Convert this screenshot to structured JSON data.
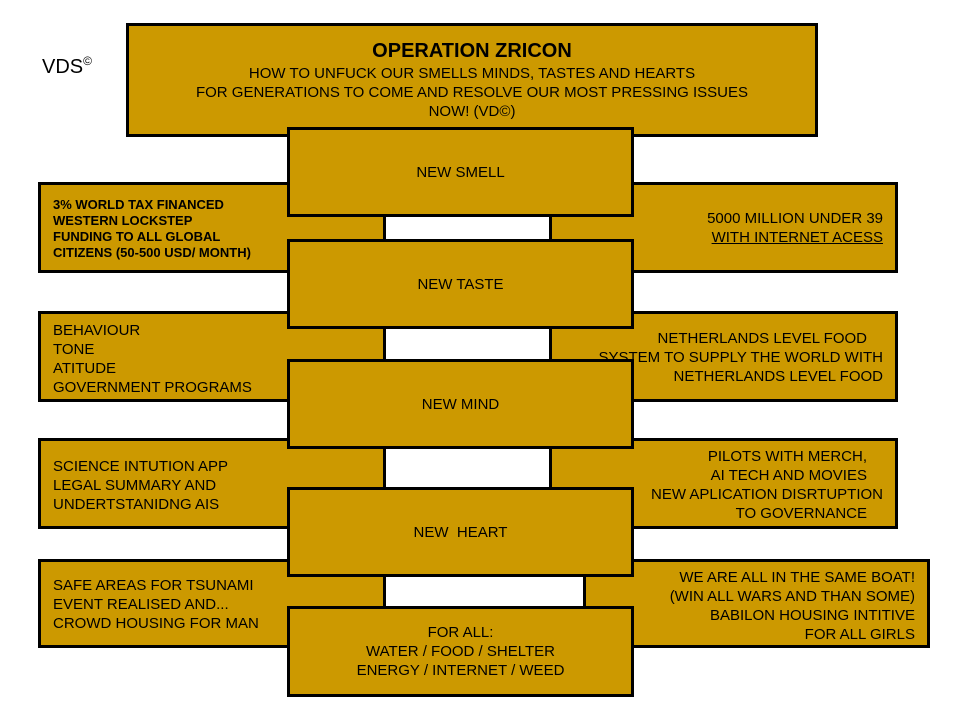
{
  "logo": {
    "text": "VDS",
    "mark": "©"
  },
  "title_box": {
    "title": "OPERATION ZRICON",
    "lines": [
      "HOW TO UNFUCK OUR SMELLS MINDS, TASTES AND HEARTS",
      "FOR GENERATIONS TO COME AND RESOLVE OUR MOST PRESSING ISSUES",
      "NOW! (VD©)"
    ]
  },
  "center": {
    "smell": "NEW SMELL",
    "taste": "NEW TASTE",
    "mind": "NEW MIND",
    "heart": "NEW  HEART",
    "bottom": [
      "FOR ALL:",
      "WATER / FOOD / SHELTER",
      "ENERGY / INTERNET / WEED"
    ]
  },
  "left": [
    [
      "3% WORLD TAX FINANCED",
      "WESTERN LOCKSTEP",
      "FUNDING TO ALL GLOBAL",
      "CITIZENS (50-500 USD/ MONTH)"
    ],
    [
      "BEHAVIOUR",
      "TONE",
      "ATITUDE",
      "GOVERNMENT PROGRAMS"
    ],
    [
      "SCIENCE INTUTION APP",
      "LEGAL SUMMARY AND",
      "UNDERTSTANIDNG AIS"
    ],
    [
      "SAFE AREAS FOR TSUNAMI",
      "EVENT REALISED AND...",
      "CROWD HOUSING FOR MAN"
    ]
  ],
  "right": [
    [
      "5000 MILLION UNDER 39",
      "WITH INTERNET ACESS"
    ],
    [
      "NETHERLANDS LEVEL FOOD",
      "SYSTEM TO SUPPLY THE WORLD WITH",
      "NETHERLANDS LEVEL FOOD"
    ],
    [
      "PILOTS WITH MERCH,",
      "AI TECH AND MOVIES",
      "NEW APLICATION DISRTUPTION",
      "TO GOVERNANCE"
    ],
    [
      "WE ARE ALL IN THE SAME BOAT!",
      "(WIN ALL WARS AND THAN SOME)",
      "BABILON HOUSING INTITIVE",
      "FOR ALL GIRLS"
    ]
  ],
  "colors": {
    "box_fill": "#cc9900",
    "border": "#000000",
    "background": "#ffffff"
  }
}
